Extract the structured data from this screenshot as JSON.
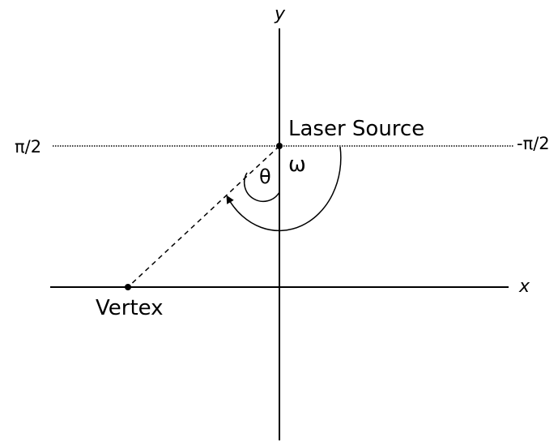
{
  "axes": {
    "x_label": "x",
    "y_label": "y"
  },
  "reference_line": {
    "left_label": "π/2",
    "right_label": "-π/2"
  },
  "points": {
    "laser_source": "Laser Source",
    "vertex": "Vertex"
  },
  "angles": {
    "theta": "θ",
    "omega": "ω"
  },
  "colors": {
    "ink": "#000000",
    "background": "#ffffff"
  }
}
